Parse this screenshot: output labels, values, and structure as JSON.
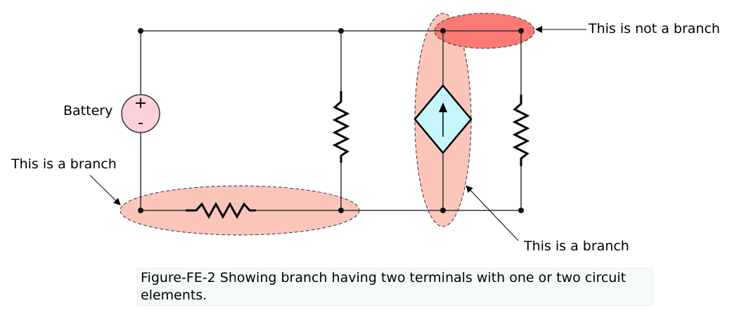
{
  "labels": {
    "battery": "Battery",
    "plus_sign": "+",
    "minus_sign": "-",
    "not_branch": "This is not a branch",
    "branch_left": "This is a branch",
    "branch_right": "This is a branch"
  },
  "caption": "Figure-FE-2 Showing branch having two terminals with one or two circuit elements.",
  "colors": {
    "branch_highlight": "#fcc5b9",
    "not_branch_highlight": "#fb7b74",
    "battery_fill": "#fbd1da",
    "dependent_source_fill": "#c6f6fb",
    "wire": "#333333"
  }
}
